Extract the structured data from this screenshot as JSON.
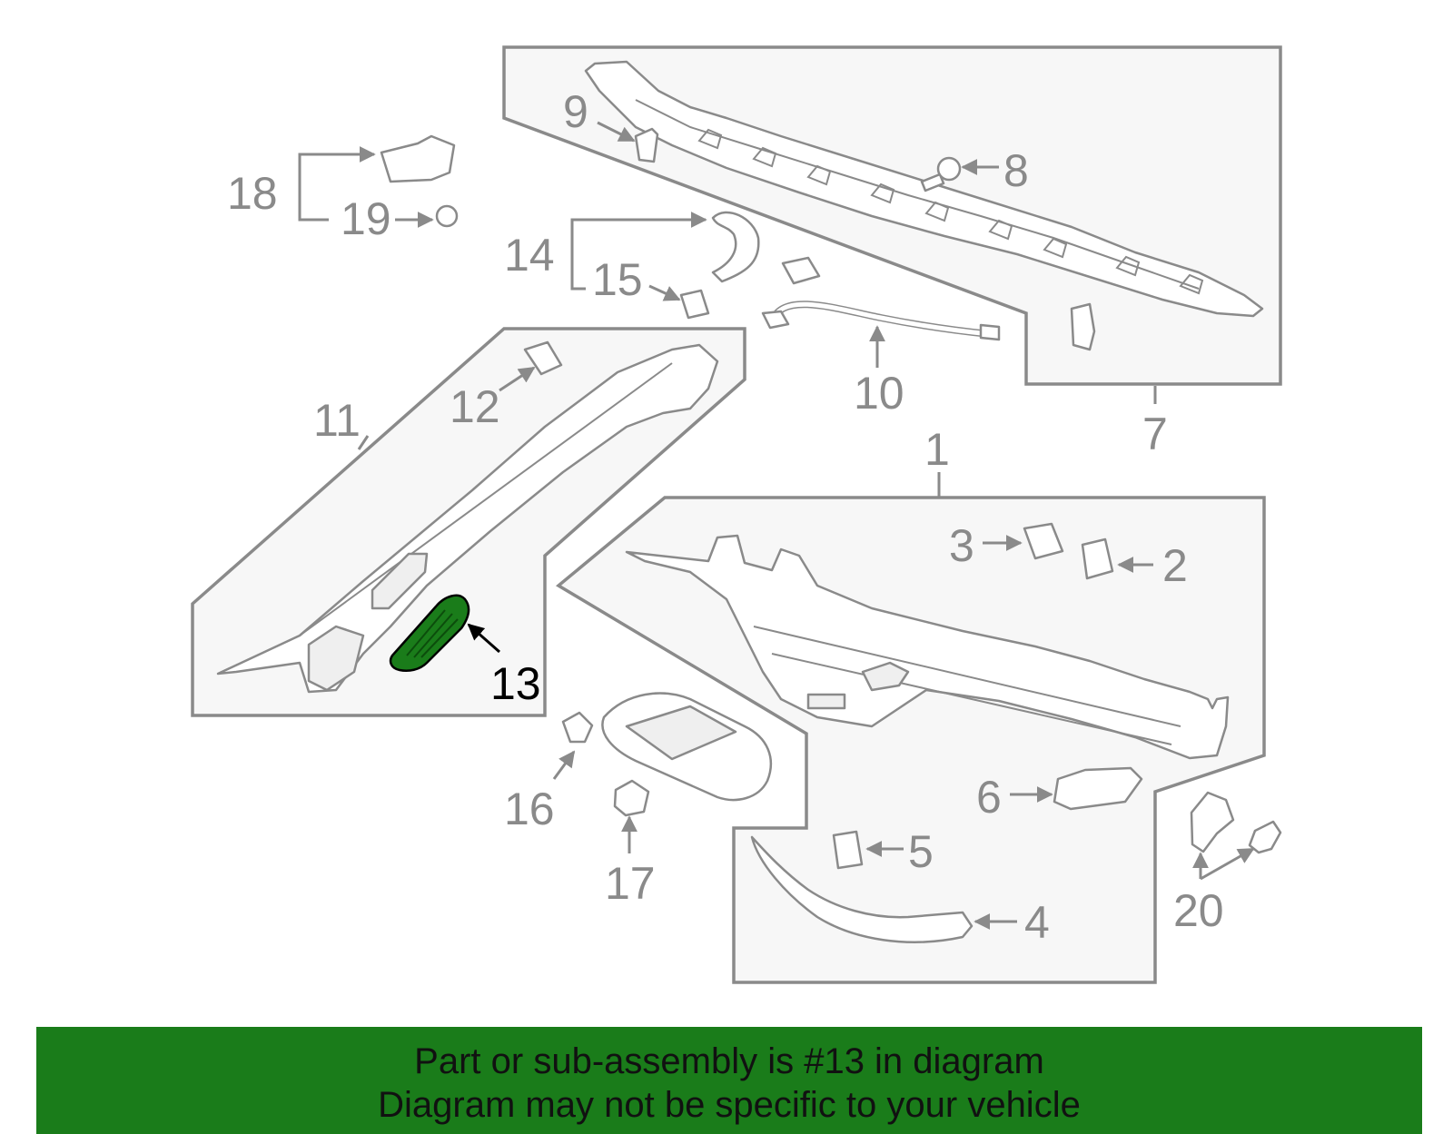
{
  "highlight_color": "#1a7c1a",
  "text_color": "#8a8a8a",
  "labels": {
    "p1": "1",
    "p2": "2",
    "p3": "3",
    "p4": "4",
    "p5": "5",
    "p6": "6",
    "p7": "7",
    "p8": "8",
    "p9": "9",
    "p10": "10",
    "p11": "11",
    "p12": "12",
    "p13": "13",
    "p14": "14",
    "p15": "15",
    "p16": "16",
    "p17": "17",
    "p18": "18",
    "p19": "19",
    "p20": "20"
  },
  "banner": {
    "line1": "Part or sub-assembly is #13 in diagram",
    "line2": "Diagram may not be specific to your vehicle"
  }
}
